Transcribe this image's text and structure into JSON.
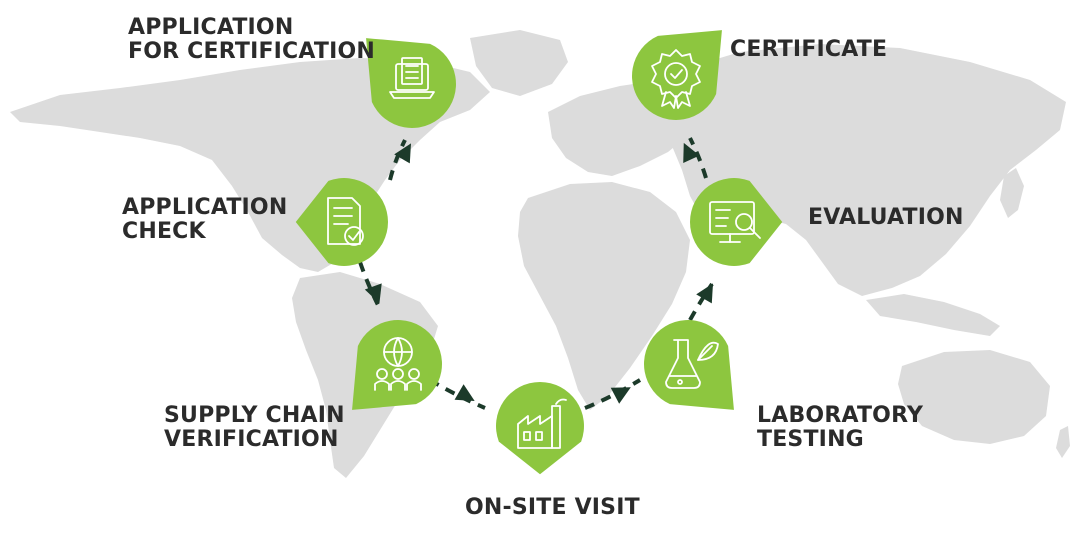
{
  "colors": {
    "leaf": "#8dc63f",
    "icon_stroke": "#ffffff",
    "arrow": "#1c3a2a",
    "map": "#dcdcdc",
    "text": "#2b2b2b"
  },
  "steps": [
    {
      "lines": [
        "APPLICATION",
        "FOR CERTIFICATION"
      ],
      "icon": "laptop-document-icon"
    },
    {
      "lines": [
        "APPLICATION",
        "CHECK"
      ],
      "icon": "document-check-icon"
    },
    {
      "lines": [
        "SUPPLY CHAIN",
        "VERIFICATION"
      ],
      "icon": "globe-people-icon"
    },
    {
      "lines": [
        "ON-SITE VISIT"
      ],
      "icon": "factory-icon"
    },
    {
      "lines": [
        "LABORATORY",
        "TESTING"
      ],
      "icon": "flask-leaf-icon"
    },
    {
      "lines": [
        "EVALUATION"
      ],
      "icon": "monitor-magnifier-icon"
    },
    {
      "lines": [
        "CERTIFICATE"
      ],
      "icon": "award-ribbon-icon"
    }
  ]
}
